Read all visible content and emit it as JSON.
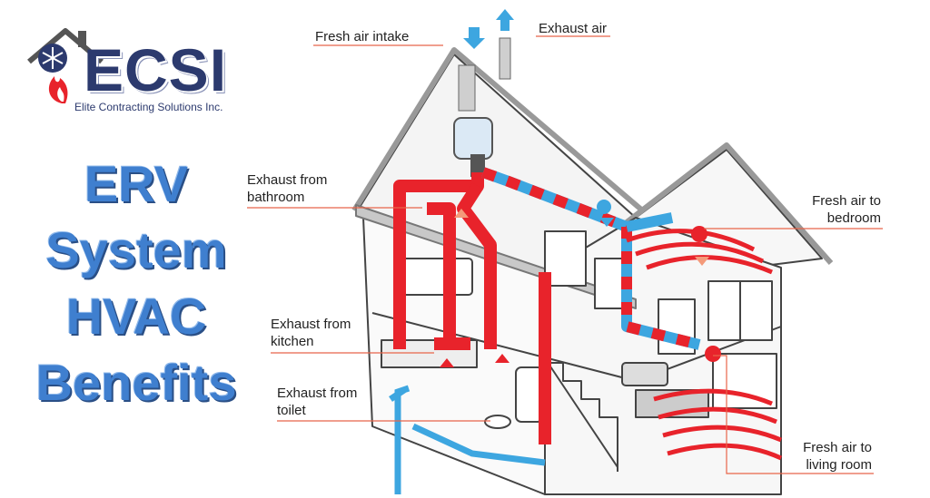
{
  "logo": {
    "name": "ECSI",
    "tagline": "Elite Contracting Solutions Inc."
  },
  "headline": {
    "lines": [
      "ERV",
      "System",
      "HVAC",
      "Benefits"
    ]
  },
  "callouts": {
    "fresh_air_intake": "Fresh air intake",
    "exhaust_air": "Exhaust air",
    "exhaust_bathroom": [
      "Exhaust from",
      "bathroom"
    ],
    "fresh_air_bedroom": [
      "Fresh air to",
      "bedroom"
    ],
    "exhaust_kitchen": [
      "Exhaust from",
      "kitchen"
    ],
    "exhaust_toilet": [
      "Exhaust from",
      "toilet"
    ],
    "fresh_air_living": [
      "Fresh air to",
      "living room"
    ]
  },
  "colors": {
    "title_blue": "#3f7fcf",
    "logo_navy": "#2c3a6e",
    "exhaust_red": "#e8232b",
    "fresh_blue": "#3da6e0",
    "callout_line": "#e8654a",
    "house_outline": "#444444"
  },
  "icons": [
    "house-logo-icon",
    "snowflake-icon",
    "flame-icon",
    "arrow-down-icon",
    "arrow-up-icon",
    "erv-unit-icon"
  ]
}
